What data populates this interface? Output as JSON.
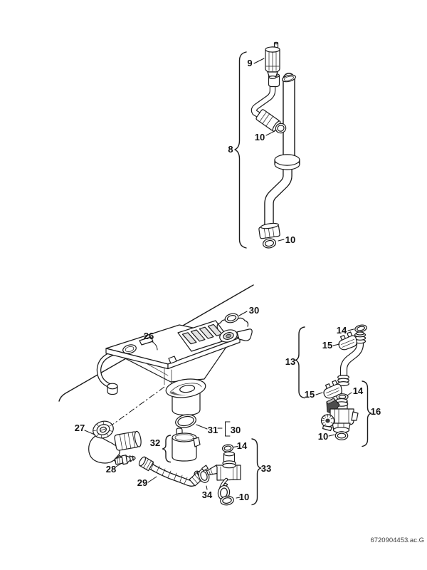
{
  "diagram": {
    "document_code": "6720904453.ac.G",
    "background_color": "#ffffff",
    "line_color": "#1b1b1b",
    "parts": {
      "p8": "8",
      "p9": "9",
      "p10": "10",
      "p13": "13",
      "p14": "14",
      "p15": "15",
      "p16": "16",
      "p26": "26",
      "p27": "27",
      "p28": "28",
      "p29": "29",
      "p30": "30",
      "p31": "31",
      "p32": "32",
      "p33": "33",
      "p34": "34"
    }
  }
}
